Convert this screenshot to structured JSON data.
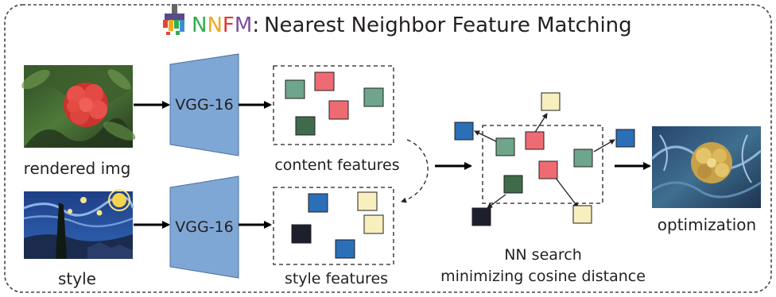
{
  "title": {
    "letters": [
      "N",
      "N",
      "F",
      "M"
    ],
    "letter_colors": [
      "#2fae4e",
      "#f2a81d",
      "#e3372f",
      "#7f4d9e"
    ],
    "colon": ":",
    "text": "Nearest Neighbor Feature Matching"
  },
  "icon": "paint-brush-icon",
  "labels": {
    "rendered": "rendered img",
    "style": "style",
    "vgg_top": "VGG-16",
    "vgg_bottom": "VGG-16",
    "content_features": "content features",
    "style_features": "style features",
    "nn_line1": "NN search",
    "nn_line2": "minimizing cosine distance",
    "optimization": "optimization"
  },
  "colors": {
    "vgg_fill": "#7fa7d6",
    "content_green": "#6fa58a",
    "content_red": "#ef6b73",
    "content_darkgreen": "#3f6b4a",
    "style_blue": "#2a6fb8",
    "style_yellow": "#f7efbd",
    "style_dark": "#1d1f2e"
  }
}
